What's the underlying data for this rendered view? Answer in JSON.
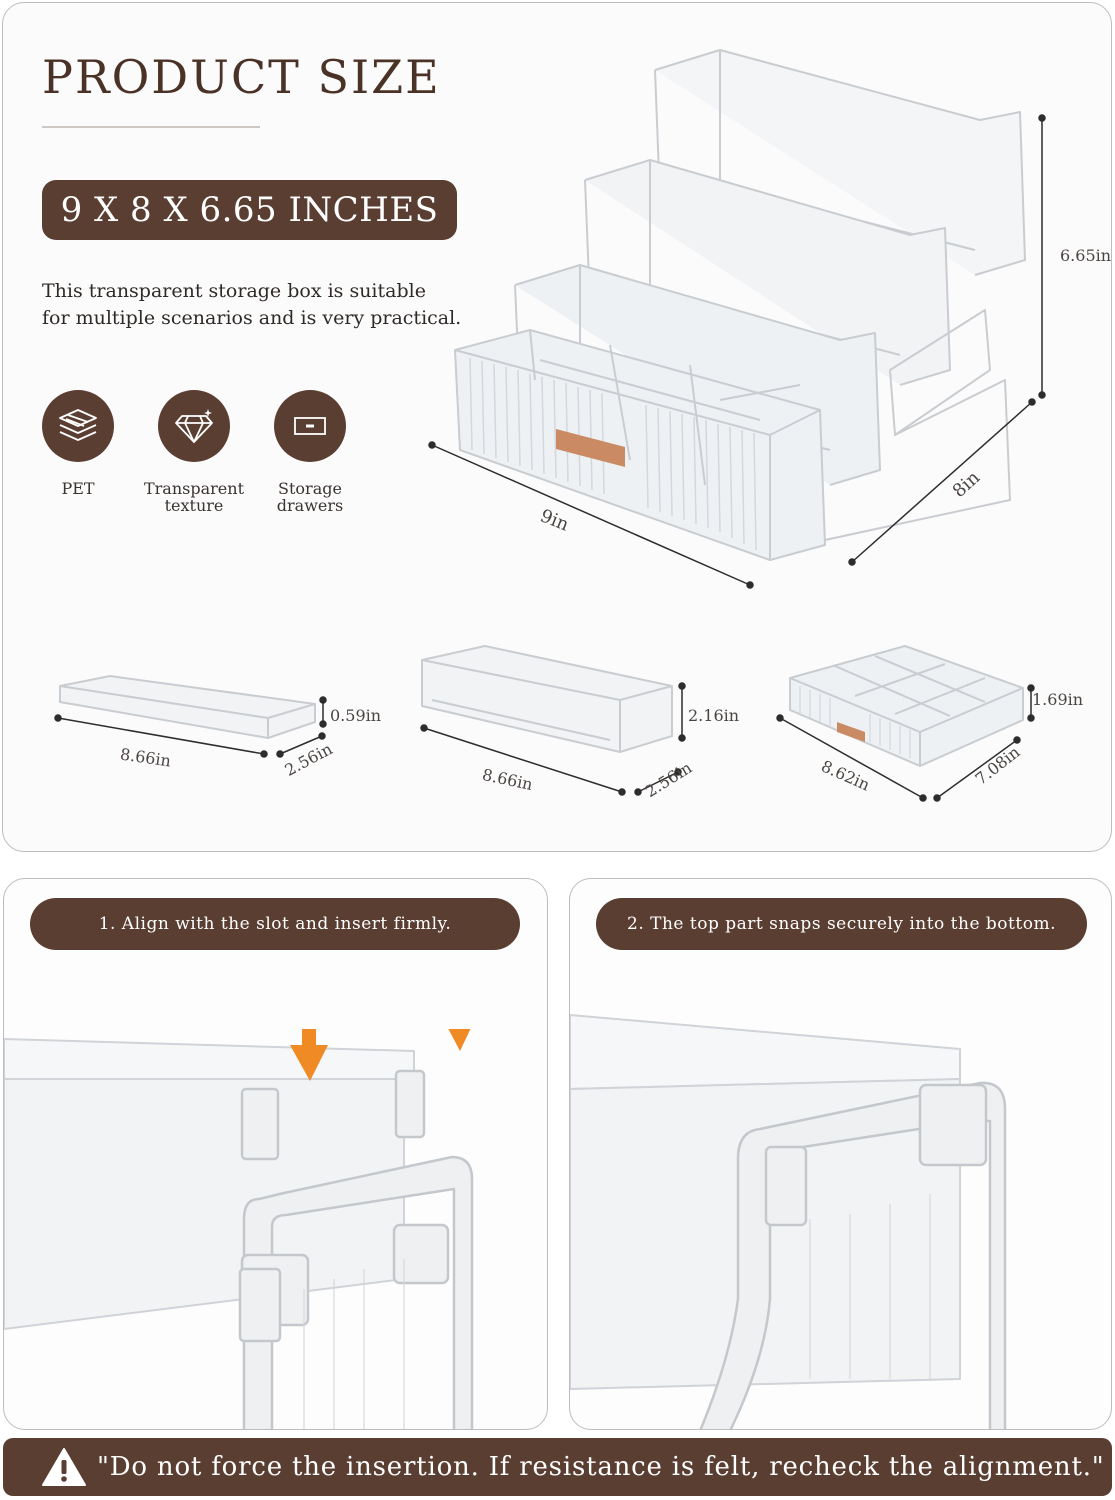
{
  "product": {
    "title": "PRODUCT SIZE",
    "size_label": "9 X 8 X 6.65 INCHES",
    "description_line1": "This transparent storage box is suitable",
    "description_line2": "for multiple scenarios and is very practical."
  },
  "features": [
    {
      "icon": "layers-icon",
      "label_line1": "PET",
      "label_line2": ""
    },
    {
      "icon": "diamond-icon",
      "label_line1": "Transparent",
      "label_line2": "texture"
    },
    {
      "icon": "drawer-icon",
      "label_line1": "Storage",
      "label_line2": "drawers"
    }
  ],
  "main_dimensions": {
    "height": "6.65in",
    "width": "9in",
    "depth": "8in"
  },
  "parts": [
    {
      "length": "8.66in",
      "width": "2.56in",
      "height": "0.59in"
    },
    {
      "length": "8.66in",
      "width": "2.56in",
      "height": "2.16in"
    },
    {
      "length": "8.62in",
      "width": "7.08in",
      "height": "1.69in"
    }
  ],
  "steps": [
    {
      "label": "1. Align with the slot and insert firmly."
    },
    {
      "label": "2. The top part snaps securely into the bottom."
    }
  ],
  "warning": {
    "icon": "warning-triangle-icon",
    "text": "\"Do not force the insertion. If resistance is felt, recheck the alignment.\""
  },
  "colors": {
    "accent": "#5a3e31",
    "arrow": "#f08a24",
    "drawer_handle": "#c98a64"
  }
}
